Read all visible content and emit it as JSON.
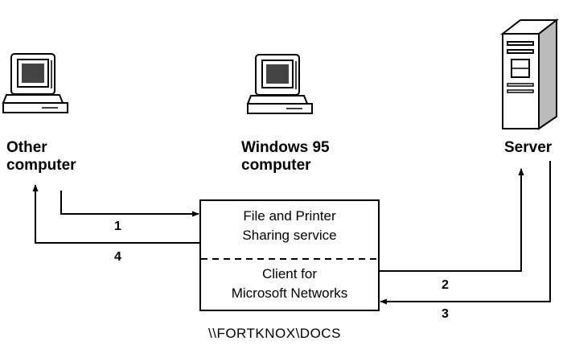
{
  "nodes": {
    "other_computer": {
      "line1": "Other",
      "line2": "computer",
      "icon": "pc-icon"
    },
    "windows95_computer": {
      "line1": "Windows 95",
      "line2": "computer",
      "icon": "pc-icon"
    },
    "server": {
      "line1": "Server",
      "icon": "server-tower-icon"
    }
  },
  "service_box": {
    "top_line1": "File and Printer",
    "top_line2": "Sharing service",
    "bottom_line1": "Client for",
    "bottom_line2": "Microsoft Networks"
  },
  "steps": [
    "1",
    "2",
    "3",
    "4"
  ],
  "share_path": "\\\\FORTKNOX\\DOCS"
}
